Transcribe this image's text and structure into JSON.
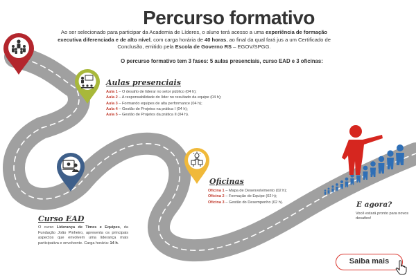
{
  "header": {
    "title": "Percurso formativo",
    "intro_1": "Ao ser selecionado para participar da Academia de Líderes, o aluno terá acesso a uma ",
    "intro_b1": "experiência de formação executiva diferenciada e de alto nível",
    "intro_2": ", com carga horária de ",
    "intro_b2": "40 horas",
    "intro_3": ", ao final da qual fará jus a um Certificado de Conclusão, emitido pela ",
    "intro_b3": "Escola de Governo RS",
    "intro_4": " – EGOV/SPGG.",
    "phases": "O percurso formativo tem 3 fases: 5 aulas presenciais, curso EAD e 3 oficinas:"
  },
  "aulas": {
    "title": "Aulas presenciais",
    "items": [
      {
        "key": "Aula 1",
        "text": " – O desafio de liderar no setor público (04 h);"
      },
      {
        "key": "Aula 2",
        "text": " – A responsabilidade do líder no resultado da equipe (04 h);"
      },
      {
        "key": "Aula 3",
        "text": " – Formando equipes de alta performance (04 h);"
      },
      {
        "key": "Aula 4",
        "text": " – Gestão de Projetos na prática I (04 h);"
      },
      {
        "key": "Aula 5",
        "text": " – Gestão de Projetos da prática II (04 h)."
      }
    ]
  },
  "oficinas": {
    "title": "Oficinas",
    "items": [
      {
        "key": "Oficina 1",
        "text": " – Mapa de Desenvolvimento (02 h);"
      },
      {
        "key": "Oficina 2",
        "text": " – Formação de Equipe (02 h);"
      },
      {
        "key": "Oficina 3",
        "text": " – Gestão do Desempenho (02 h)."
      }
    ]
  },
  "ead": {
    "title": "Curso EAD",
    "t1": "O curso ",
    "b1": "Liderança de Times e Equipes",
    "t2": ", da Fundação João Pinheiro, apresenta os principais aspectos que envolvem uma liderança mais participativa e envolvente. Carga horária: ",
    "b2": "14 h",
    "t3": "."
  },
  "agora": {
    "title": "E agora?",
    "text": "Você estará pronto para novos desafios!"
  },
  "cta": {
    "label": "Saiba mais"
  },
  "colors": {
    "pin_red": "#b3262d",
    "pin_green": "#a8b83a",
    "pin_blue": "#3e5f8a",
    "pin_yellow": "#f0b93a",
    "road": "#9b9b9b",
    "leader": "#d6261f",
    "team": "#2f6fb6",
    "accent": "#d9332b"
  },
  "icons": [
    "leader-group-icon",
    "classroom-icon",
    "video-course-icon",
    "team-workshop-icon",
    "cursor-hand-icon"
  ]
}
